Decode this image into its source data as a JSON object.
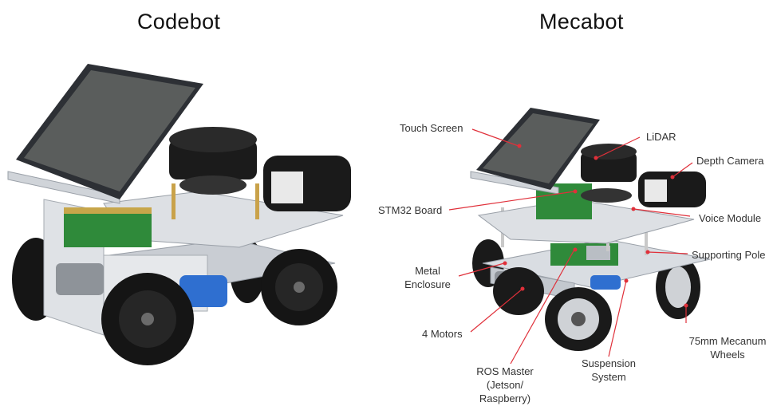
{
  "titles": {
    "left": "Codebot",
    "right": "Mecabot"
  },
  "labels": {
    "touch_screen": "Touch Screen",
    "lidar": "LiDAR",
    "depth_camera": "Depth Camera",
    "stm32_board": "STM32 Board",
    "voice_module": "Voice Module",
    "supporting_pole": "Supporting Pole",
    "metal_enclosure_1": "Metal",
    "metal_enclosure_2": "Enclosure",
    "four_motors": "4 Motors",
    "mecanum_1": "75mm Mecanum",
    "mecanum_2": "Wheels",
    "ros_master_1": "ROS Master",
    "ros_master_2": "(Jetson/",
    "ros_master_3": "Raspberry)",
    "suspension_1": "Suspension",
    "suspension_2": "System"
  },
  "colors": {
    "leader_line": "#e0303a",
    "screen": "#5a5d5c",
    "plate": "#d9dde2",
    "lidar": "#1b1b1b",
    "wheel": "#151515",
    "motor": "#2f6fd0",
    "board_green": "#2f8a3a"
  }
}
